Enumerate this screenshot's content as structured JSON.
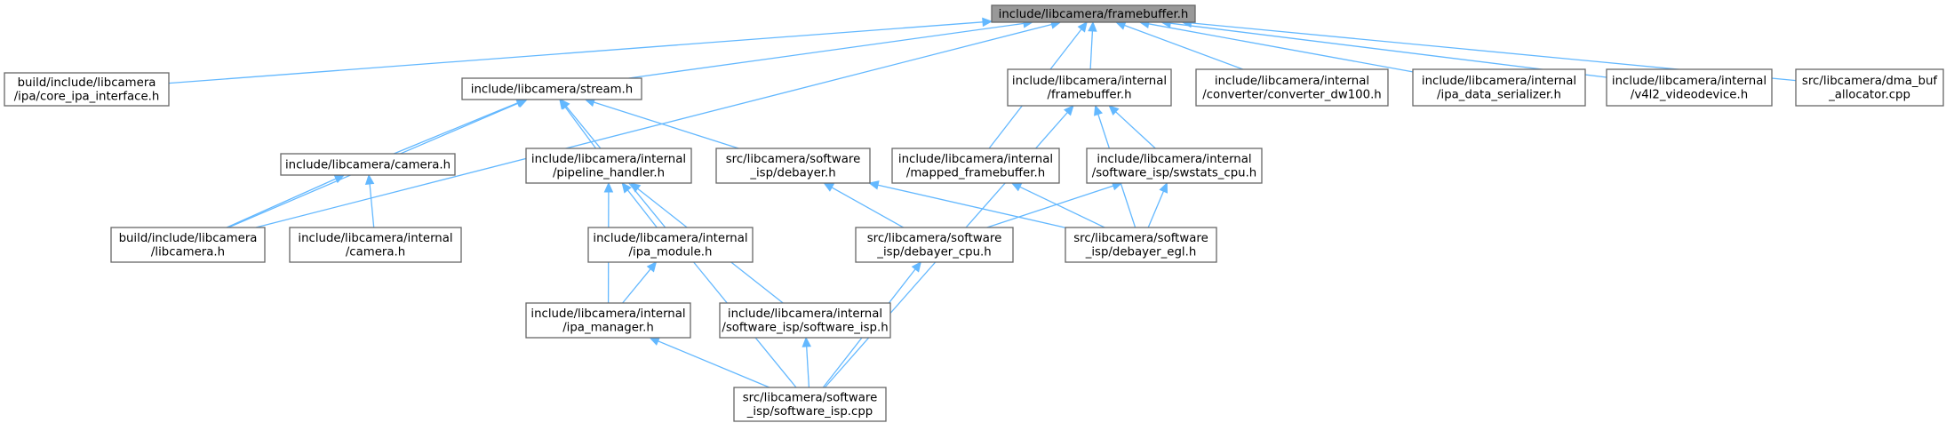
{
  "diagram": {
    "type": "include-dependency-graph",
    "colors": {
      "edge": "#63b8ff",
      "node_border": "#666666",
      "root_fill": "#999999",
      "node_fill": "#ffffff"
    },
    "nodes": [
      {
        "id": "framebuffer",
        "lines": [
          "include/libcamera/framebuffer.h"
        ],
        "root": true
      },
      {
        "id": "core_ipa",
        "lines": [
          "build/include/libcamera",
          "/ipa/core_ipa_interface.h"
        ]
      },
      {
        "id": "stream",
        "lines": [
          "include/libcamera/stream.h"
        ]
      },
      {
        "id": "internal_fb",
        "lines": [
          "include/libcamera/internal",
          "/framebuffer.h"
        ]
      },
      {
        "id": "conv_dw100",
        "lines": [
          "include/libcamera/internal",
          "/converter/converter_dw100.h"
        ]
      },
      {
        "id": "ipa_ser",
        "lines": [
          "include/libcamera/internal",
          "/ipa_data_serializer.h"
        ]
      },
      {
        "id": "v4l2",
        "lines": [
          "include/libcamera/internal",
          "/v4l2_videodevice.h"
        ]
      },
      {
        "id": "dmabuf",
        "lines": [
          "src/libcamera/dma_buf",
          "_allocator.cpp"
        ]
      },
      {
        "id": "camera_h",
        "lines": [
          "include/libcamera/camera.h"
        ]
      },
      {
        "id": "pipeline",
        "lines": [
          "include/libcamera/internal",
          "/pipeline_handler.h"
        ]
      },
      {
        "id": "debayer",
        "lines": [
          "src/libcamera/software",
          "_isp/debayer.h"
        ]
      },
      {
        "id": "mapped_fb",
        "lines": [
          "include/libcamera/internal",
          "/mapped_framebuffer.h"
        ]
      },
      {
        "id": "swstats",
        "lines": [
          "include/libcamera/internal",
          "/software_isp/swstats_cpu.h"
        ]
      },
      {
        "id": "libcamera_h",
        "lines": [
          "build/include/libcamera",
          "/libcamera.h"
        ]
      },
      {
        "id": "int_camera",
        "lines": [
          "include/libcamera/internal",
          "/camera.h"
        ]
      },
      {
        "id": "ipa_module",
        "lines": [
          "include/libcamera/internal",
          "/ipa_module.h"
        ]
      },
      {
        "id": "debayer_cpu",
        "lines": [
          "src/libcamera/software",
          "_isp/debayer_cpu.h"
        ]
      },
      {
        "id": "debayer_egl",
        "lines": [
          "src/libcamera/software",
          "_isp/debayer_egl.h"
        ]
      },
      {
        "id": "ipa_manager",
        "lines": [
          "include/libcamera/internal",
          "/ipa_manager.h"
        ]
      },
      {
        "id": "sw_isp_h",
        "lines": [
          "include/libcamera/internal",
          "/software_isp/software_isp.h"
        ]
      },
      {
        "id": "sw_isp_cpp",
        "lines": [
          "src/libcamera/software",
          "_isp/software_isp.cpp"
        ]
      }
    ],
    "edges": [
      {
        "from": "framebuffer",
        "to": "core_ipa"
      },
      {
        "from": "framebuffer",
        "to": "stream"
      },
      {
        "from": "framebuffer",
        "to": "libcamera_h"
      },
      {
        "from": "framebuffer",
        "to": "mapped_fb"
      },
      {
        "from": "framebuffer",
        "to": "internal_fb"
      },
      {
        "from": "framebuffer",
        "to": "conv_dw100"
      },
      {
        "from": "framebuffer",
        "to": "ipa_ser"
      },
      {
        "from": "framebuffer",
        "to": "v4l2"
      },
      {
        "from": "framebuffer",
        "to": "dmabuf"
      },
      {
        "from": "stream",
        "to": "libcamera_h"
      },
      {
        "from": "stream",
        "to": "camera_h"
      },
      {
        "from": "stream",
        "to": "pipeline"
      },
      {
        "from": "stream",
        "to": "debayer"
      },
      {
        "from": "stream",
        "to": "sw_isp_cpp"
      },
      {
        "from": "camera_h",
        "to": "libcamera_h"
      },
      {
        "from": "camera_h",
        "to": "int_camera"
      },
      {
        "from": "pipeline",
        "to": "ipa_module"
      },
      {
        "from": "pipeline",
        "to": "ipa_manager"
      },
      {
        "from": "pipeline",
        "to": "sw_isp_h"
      },
      {
        "from": "ipa_module",
        "to": "ipa_manager"
      },
      {
        "from": "ipa_manager",
        "to": "sw_isp_cpp"
      },
      {
        "from": "sw_isp_h",
        "to": "sw_isp_cpp"
      },
      {
        "from": "debayer",
        "to": "debayer_cpu"
      },
      {
        "from": "debayer",
        "to": "debayer_egl"
      },
      {
        "from": "mapped_fb",
        "to": "debayer_egl"
      },
      {
        "from": "internal_fb",
        "to": "swstats"
      },
      {
        "from": "internal_fb",
        "to": "debayer_egl"
      },
      {
        "from": "internal_fb",
        "to": "sw_isp_cpp"
      },
      {
        "from": "swstats",
        "to": "debayer_cpu"
      },
      {
        "from": "swstats",
        "to": "debayer_egl"
      },
      {
        "from": "debayer_cpu",
        "to": "sw_isp_cpp"
      }
    ]
  }
}
